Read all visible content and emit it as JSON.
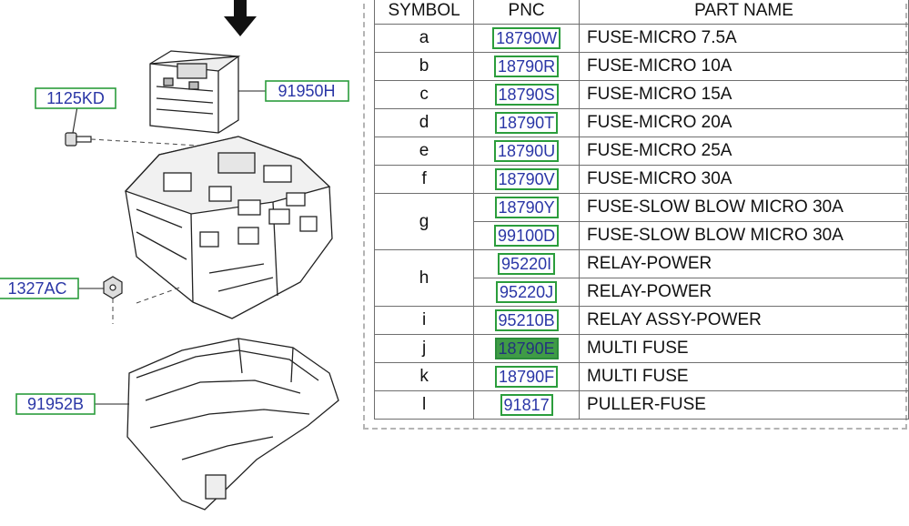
{
  "callouts": {
    "c1": "1125KD",
    "c2": "91950H",
    "c3": "1327AC",
    "c4": "91952B"
  },
  "table": {
    "headers": {
      "symbol": "SYMBOL",
      "pnc": "PNC",
      "part_name": "PART NAME"
    },
    "rows": [
      {
        "symbol": "a",
        "pnc": "18790W",
        "name": "FUSE-MICRO 7.5A"
      },
      {
        "symbol": "b",
        "pnc": "18790R",
        "name": "FUSE-MICRO 10A"
      },
      {
        "symbol": "c",
        "pnc": "18790S",
        "name": "FUSE-MICRO 15A"
      },
      {
        "symbol": "d",
        "pnc": "18790T",
        "name": "FUSE-MICRO 20A"
      },
      {
        "symbol": "e",
        "pnc": "18790U",
        "name": "FUSE-MICRO 25A"
      },
      {
        "symbol": "f",
        "pnc": "18790V",
        "name": "FUSE-MICRO 30A"
      },
      {
        "symbol": "g",
        "pnc": "18790Y",
        "name": "FUSE-SLOW BLOW MICRO 30A"
      },
      {
        "symbol": "",
        "pnc": "99100D",
        "name": "FUSE-SLOW BLOW MICRO 30A"
      },
      {
        "symbol": "h",
        "pnc": "95220I",
        "name": "RELAY-POWER"
      },
      {
        "symbol": "",
        "pnc": "95220J",
        "name": "RELAY-POWER"
      },
      {
        "symbol": "i",
        "pnc": "95210B",
        "name": "RELAY ASSY-POWER"
      },
      {
        "symbol": "j",
        "pnc": "18790E",
        "name": "MULTI FUSE",
        "highlighted": true
      },
      {
        "symbol": "k",
        "pnc": "18790F",
        "name": "MULTI FUSE"
      },
      {
        "symbol": "l",
        "pnc": "91817",
        "name": "PULLER-FUSE"
      }
    ]
  },
  "colors": {
    "callout_border": "#2b9d3c",
    "pnc_text": "#2a36a6",
    "highlight_fill": "#3f9b46"
  }
}
